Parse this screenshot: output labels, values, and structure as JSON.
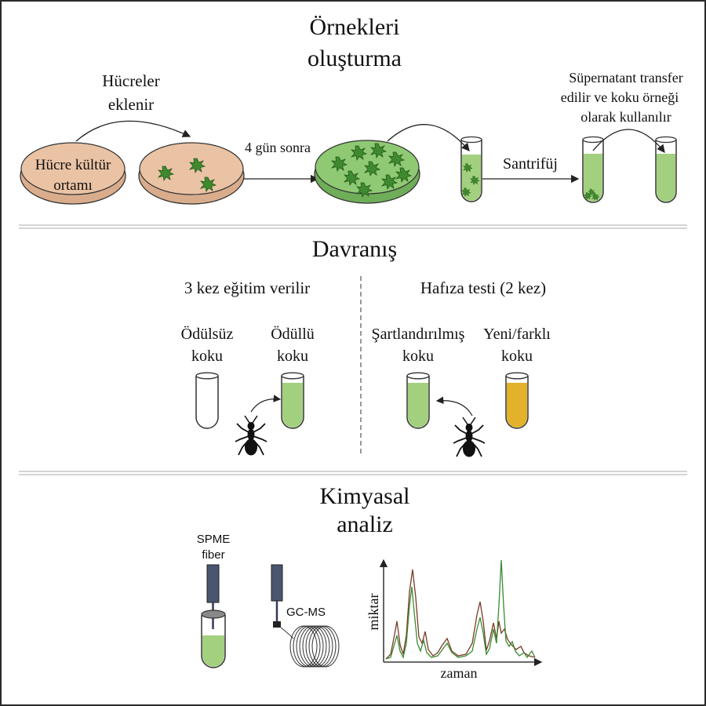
{
  "sections": {
    "sample": {
      "title_line1": "Örnekleri",
      "title_line2": "oluşturma",
      "add_cells_line1": "Hücreler",
      "add_cells_line2": "eklenir",
      "culture_line1": "Hücre kültür",
      "culture_line2": "ortamı",
      "after_days": "4 gün sonra",
      "centrifuge": "Santrifüj",
      "transfer_line1": "Süpernatant transfer",
      "transfer_line2": "edilir ve koku örneği",
      "transfer_line3": "olarak kullanılır"
    },
    "behavior": {
      "title": "Davranış",
      "training_title": "3 kez eğitim verilir",
      "memory_title": "Hafıza testi (2 kez)",
      "unrewarded_line1": "Ödülsüz",
      "unrewarded_line2": "koku",
      "rewarded_line1": "Ödüllü",
      "rewarded_line2": "koku",
      "conditioned_line1": "Şartlandırılmış",
      "conditioned_line2": "koku",
      "novel_line1": "Yeni/farklı",
      "novel_line2": "koku"
    },
    "chemical": {
      "title_line1": "Kimyasal",
      "title_line2": "analiz",
      "spme_line1": "SPME",
      "spme_line2": "fiber",
      "gcms": "GC-MS",
      "ylabel": "miktar",
      "xlabel": "zaman"
    }
  },
  "colors": {
    "medium": "#e8bfa0",
    "green_medium": "#8fc974",
    "cell": "#3f8a2e",
    "tube_green": "#a3d07f",
    "tube_yellow": "#e3b12a",
    "trace_green": "#3a8a32",
    "trace_brown": "#7a3b26"
  }
}
